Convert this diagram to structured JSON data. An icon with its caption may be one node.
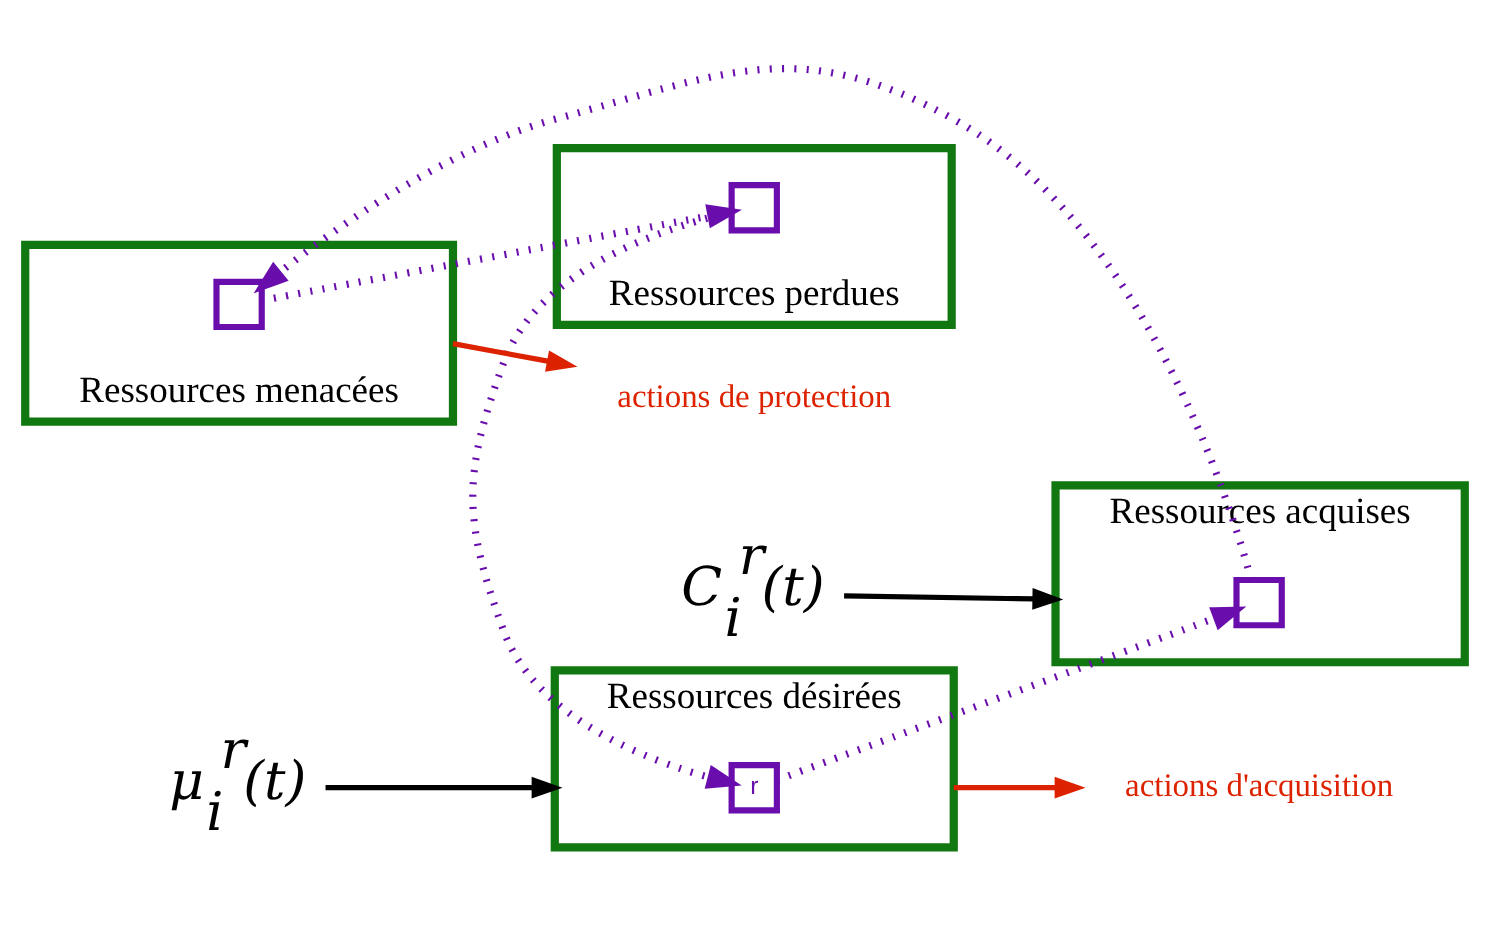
{
  "diagram": {
    "nodes": [
      {
        "text": [
          "Ressources désirées"
        ]
      },
      {
        "text": [
          "r"
        ],
        "in": 0
      },
      {
        "text": [
          "Ressources acquises"
        ]
      },
      {
        "text": [],
        "shape": "box",
        "in": 2
      },
      {
        "text": [
          "Ressources perdues"
        ]
      },
      {
        "text": [],
        "shape": "box",
        "in": 4
      },
      {
        "text": [
          "Ressources menacées"
        ]
      },
      {
        "text": [],
        "shape": "box",
        "in": 6
      },
      {
        "text": [
          "μ$_{i}$$^{r}$(t)"
        ]
      },
      {
        "text": [
          "C$_{i}$$^{r}$(t)"
        ]
      },
      {
        "text": [
          "actions d'acquisition"
        ]
      },
      {
        "text": [
          "actions de protection"
        ]
      }
    ],
    "edges": [
      {
        "from": 8,
        "to": 0,
        "arrow": "to",
        "color": "#000000"
      },
      {
        "from": 9,
        "to": 2,
        "arrow": "to",
        "color": "#000000"
      },
      {
        "from": 0,
        "to": 10,
        "arrow": "to",
        "color": "#dd2200"
      },
      {
        "from": 6,
        "to": 11,
        "arrow": "to",
        "color": "#dd2200"
      },
      {
        "from": 1,
        "to": 3,
        "arrow": "to",
        "style": "dashed",
        "color": "#6a0dad"
      },
      {
        "from": 3,
        "to": 7,
        "arrow": "to",
        "style": "dashed",
        "color": "#6a0dad"
      },
      {
        "from": 7,
        "to": 5,
        "arrow": "to",
        "style": "dashed",
        "color": "#6a0dad"
      },
      {
        "from": 5,
        "to": 1,
        "arrow": "to",
        "style": "dashed",
        "color": "#6a0dad"
      }
    ]
  }
}
